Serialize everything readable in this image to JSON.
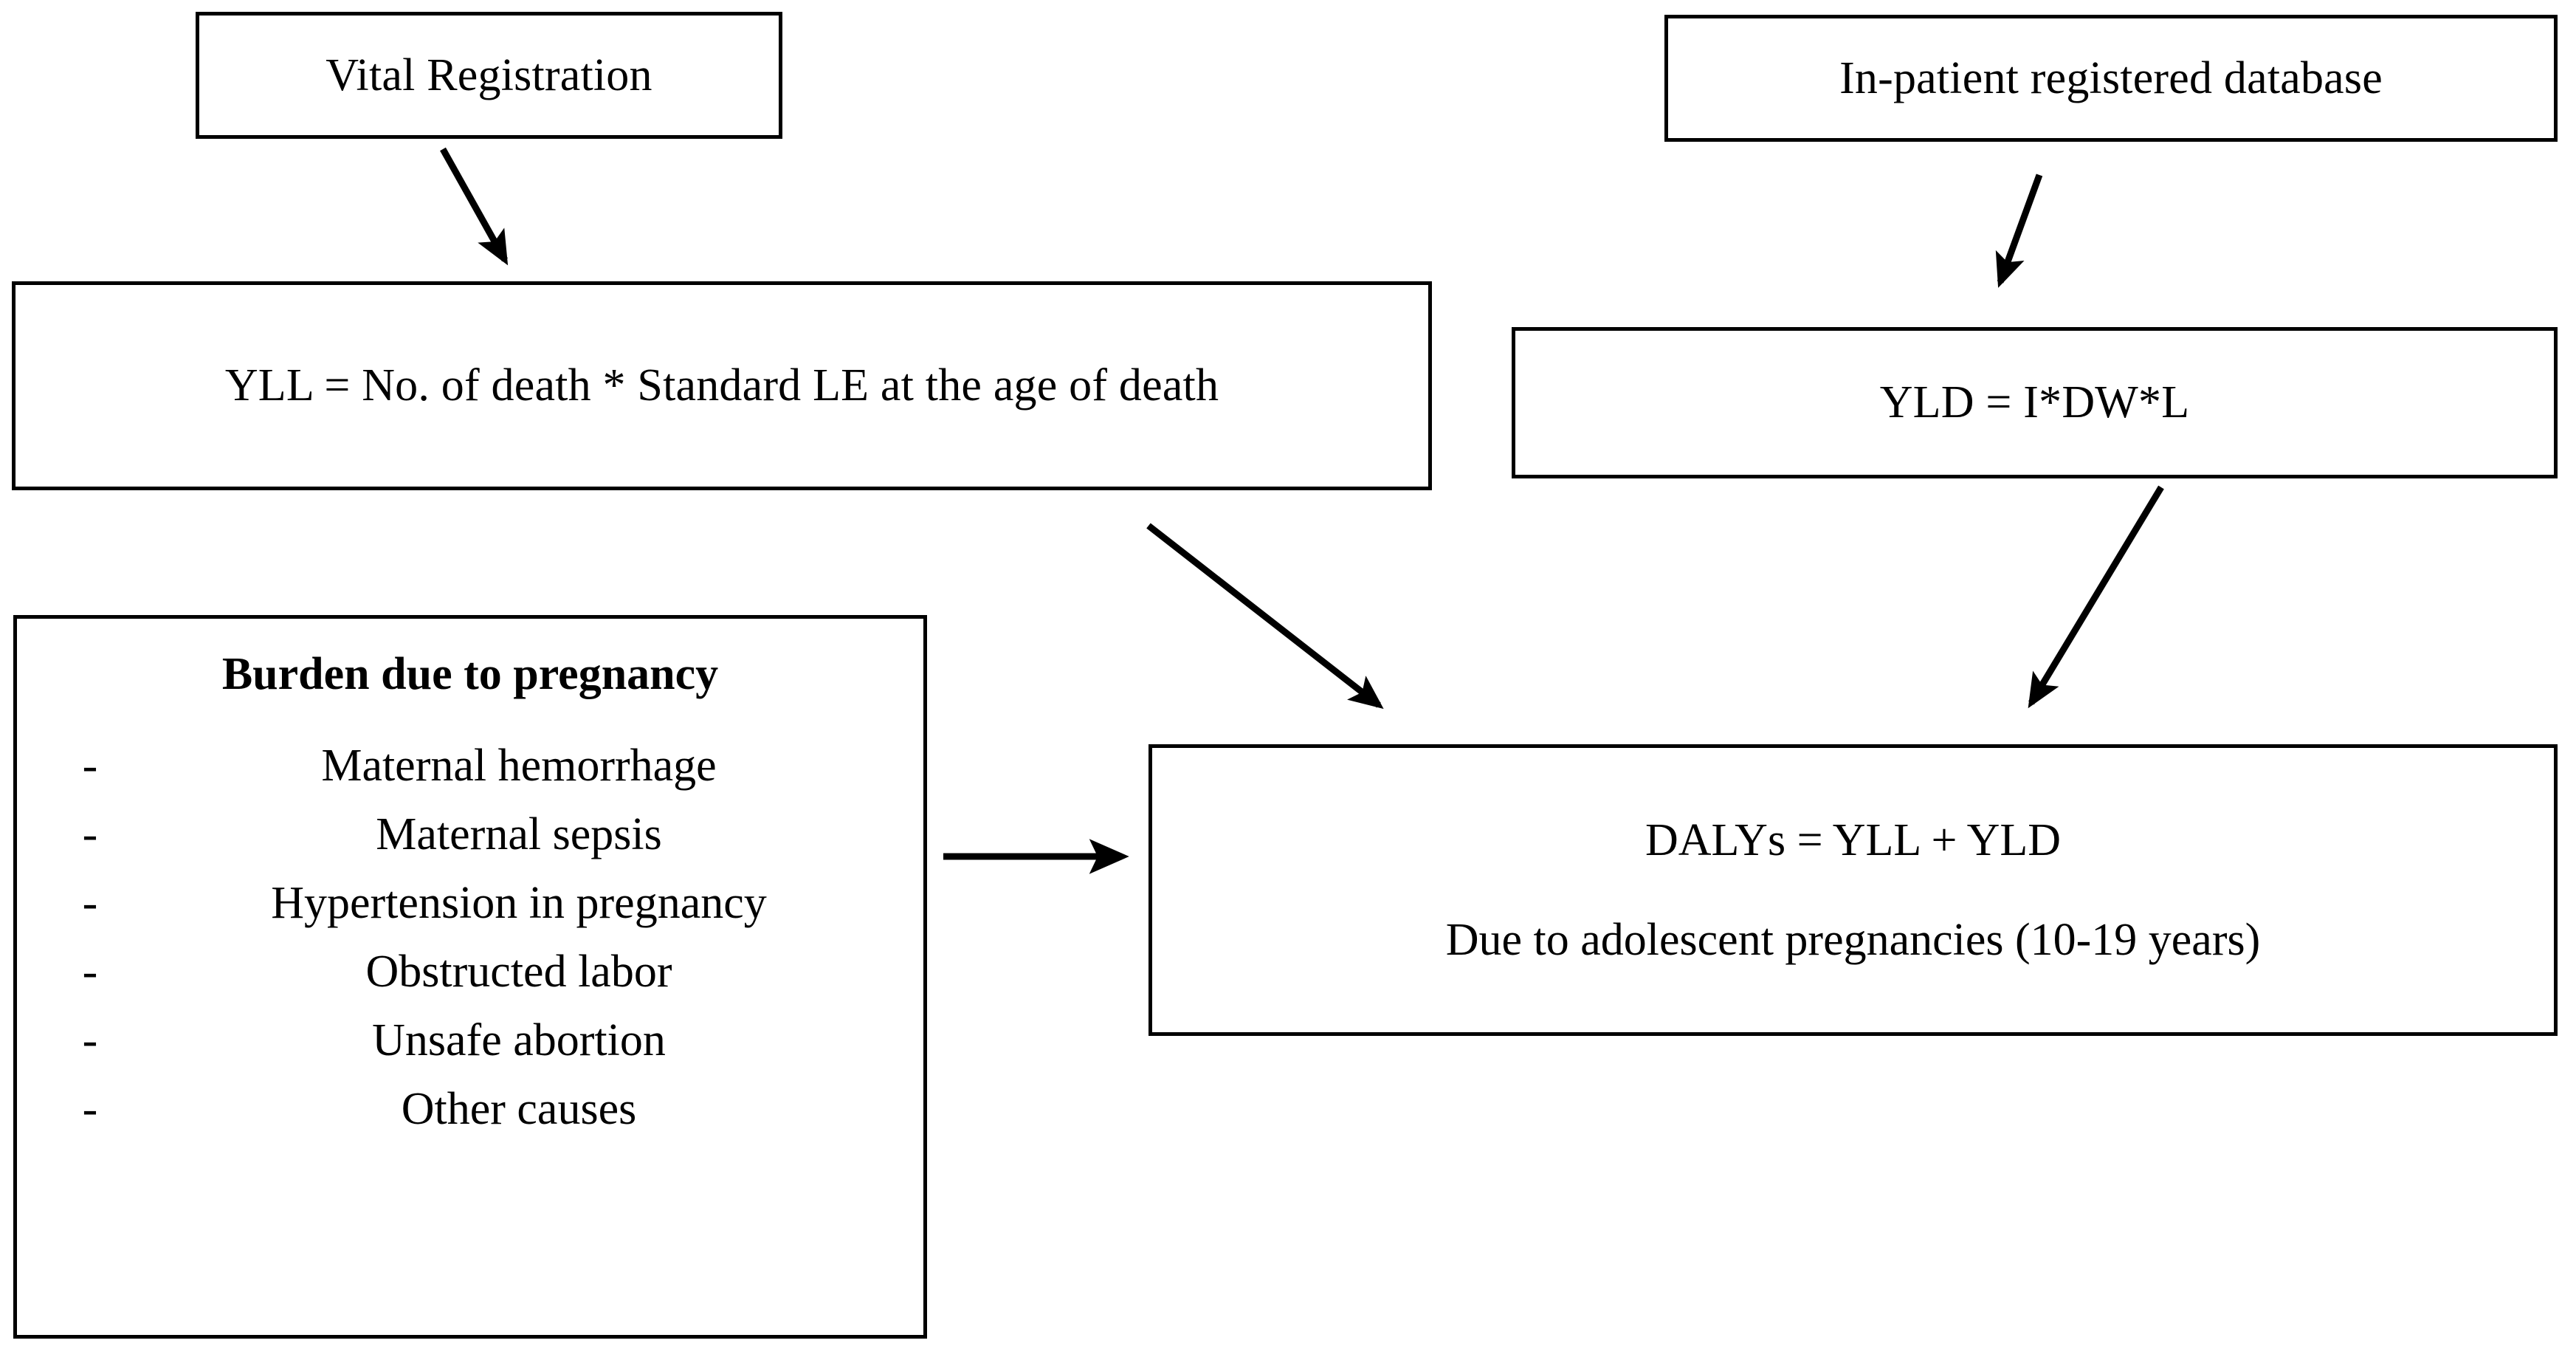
{
  "diagram": {
    "title": "DALYs computation flowchart for adolescent pregnancy burden",
    "background_color": "#ffffff",
    "line_color": "#000000",
    "text_color": "#000000"
  },
  "nodes": {
    "vital_registration": {
      "label": "Vital Registration"
    },
    "inpatient_database": {
      "label": "In-patient registered database"
    },
    "yll_formula": {
      "label": "YLL = No. of death * Standard LE at the age of death"
    },
    "yld_formula": {
      "label": "YLD = I*DW*L"
    },
    "dalys": {
      "line_1": "DALYs = YLL + YLD",
      "line_2": "Due to adolescent pregnancies (10-19 years)"
    },
    "burden": {
      "title": "Burden due to pregnancy",
      "bullet_marker": "-",
      "items": [
        {
          "label": "Maternal hemorrhage"
        },
        {
          "label": "Maternal sepsis"
        },
        {
          "label": "Hypertension in pregnancy"
        },
        {
          "label": "Obstructed labor"
        },
        {
          "label": "Unsafe abortion"
        },
        {
          "label": "Other causes"
        }
      ]
    }
  },
  "edges": [
    {
      "name": "vital-registration-to-yll",
      "from": "vital_registration",
      "to": "yll_formula",
      "style": "diagonal-arrow"
    },
    {
      "name": "inpatient-database-to-yld",
      "from": "inpatient_database",
      "to": "yld_formula",
      "style": "diagonal-arrow"
    },
    {
      "name": "yll-to-dalys",
      "from": "yll_formula",
      "to": "dalys",
      "style": "diagonal-arrow"
    },
    {
      "name": "yld-to-dalys",
      "from": "yld_formula",
      "to": "dalys",
      "style": "diagonal-arrow"
    },
    {
      "name": "burden-to-dalys",
      "from": "burden",
      "to": "dalys",
      "style": "horizontal-arrow"
    }
  ]
}
